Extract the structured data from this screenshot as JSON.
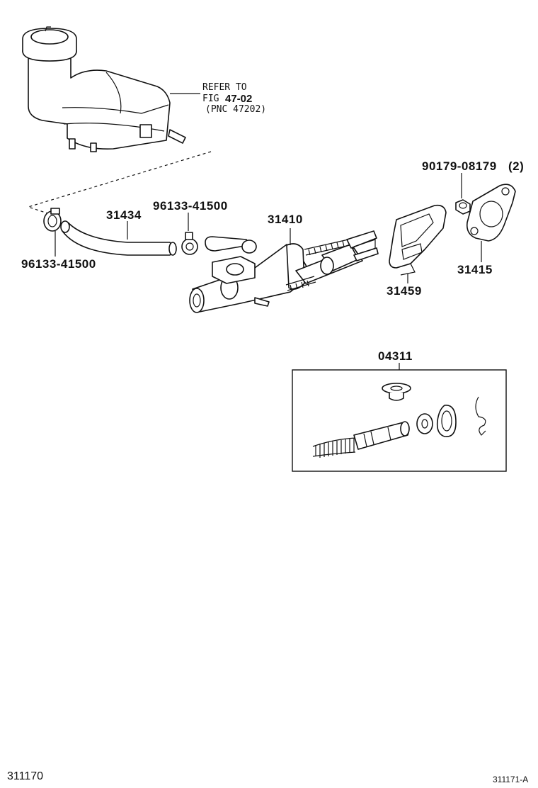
{
  "reference": {
    "line1": "REFER TO",
    "line2_prefix": "FIG",
    "line2_num": "47-02",
    "line3": "(PNC 47202)"
  },
  "labels": {
    "clamp_right": "96133-41500",
    "hose": "31434",
    "master_cylinder": "31410",
    "nut": "90179-08179",
    "nut_qty": "(2)",
    "gasket": "31415",
    "bracket": "31459",
    "clamp_left": "96133-41500",
    "kit": "04311"
  },
  "footer": {
    "left": "311170",
    "right": "311171-A"
  }
}
